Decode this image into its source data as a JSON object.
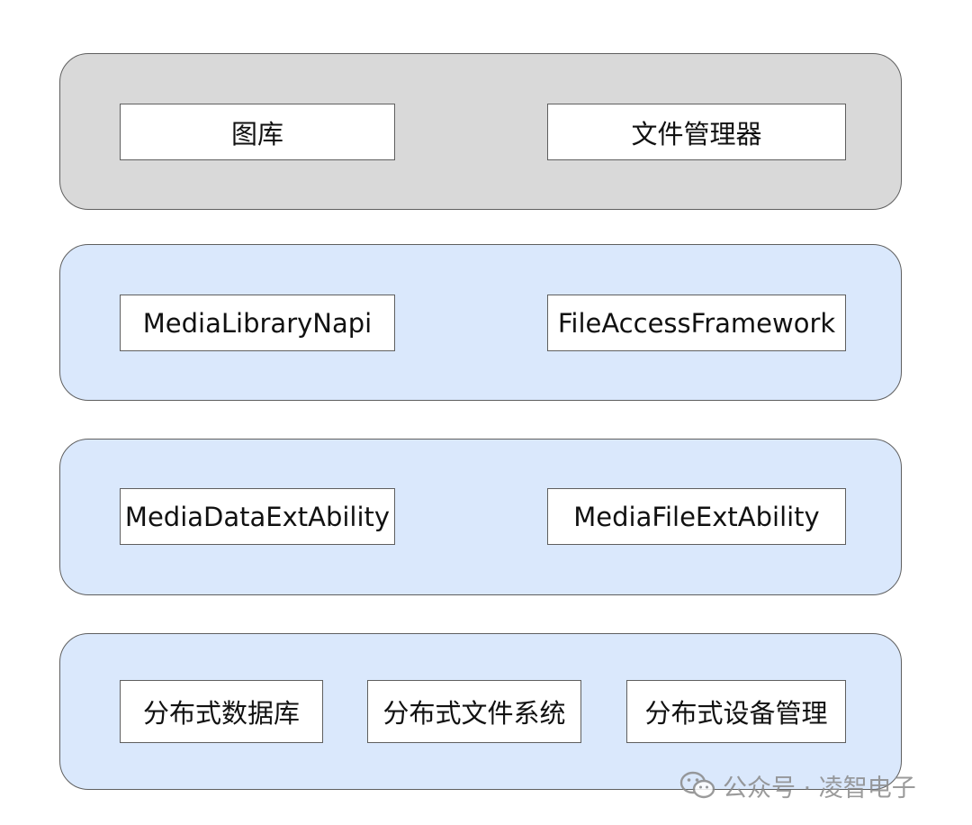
{
  "layers": {
    "apps": {
      "items": [
        "图库",
        "文件管理器"
      ]
    },
    "framework": {
      "items": [
        "MediaLibraryNapi",
        "FileAccessFramework"
      ]
    },
    "extension": {
      "items": [
        "MediaDataExtAbility",
        "MediaFileExtAbility"
      ]
    },
    "distributed": {
      "items": [
        "分布式数据库",
        "分布式文件系统",
        "分布式设备管理"
      ]
    }
  },
  "watermark": {
    "text": "公众号 · 凌智电子",
    "icon": "wechat-icon"
  },
  "colors": {
    "top_layer_fill": "#d9d9d9",
    "lower_layer_fill": "#dae8fc",
    "border": "#5f5f5f",
    "box_fill": "#ffffff"
  }
}
